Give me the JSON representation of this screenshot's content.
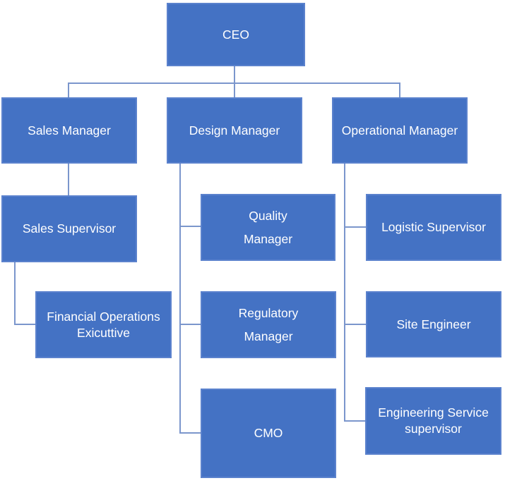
{
  "diagram": {
    "type": "org-chart",
    "colors": {
      "node_fill": "#4472C4",
      "node_border": "#5B82CD",
      "connector": "#7B96CC",
      "text": "#FFFFFF",
      "background": "#FFFFFF"
    },
    "nodes": [
      {
        "id": "ceo",
        "label": "CEO",
        "reports_to": null
      },
      {
        "id": "sales-manager",
        "label": "Sales Manager",
        "reports_to": "ceo"
      },
      {
        "id": "design-manager",
        "label": "Design Manager",
        "reports_to": "ceo"
      },
      {
        "id": "operational-manager",
        "label": "Operational Manager",
        "reports_to": "ceo"
      },
      {
        "id": "sales-supervisor",
        "label": "Sales Supervisor",
        "reports_to": "sales-manager"
      },
      {
        "id": "financial-operations-executive",
        "label": "Financial Operations\nExicuttive",
        "reports_to": "sales-supervisor"
      },
      {
        "id": "quality-manager",
        "label": "Quality\nManager",
        "reports_to": "design-manager"
      },
      {
        "id": "regulatory-manager",
        "label": "Regulatory\nManager",
        "reports_to": "design-manager"
      },
      {
        "id": "cmo",
        "label": "CMO",
        "reports_to": "design-manager"
      },
      {
        "id": "logistic-supervisor",
        "label": "Logistic Supervisor",
        "reports_to": "operational-manager"
      },
      {
        "id": "site-engineer",
        "label": "Site Engineer",
        "reports_to": "operational-manager"
      },
      {
        "id": "engineering-service-supervisor",
        "label": "Engineering Service\nsupervisor",
        "reports_to": "operational-manager"
      }
    ]
  }
}
